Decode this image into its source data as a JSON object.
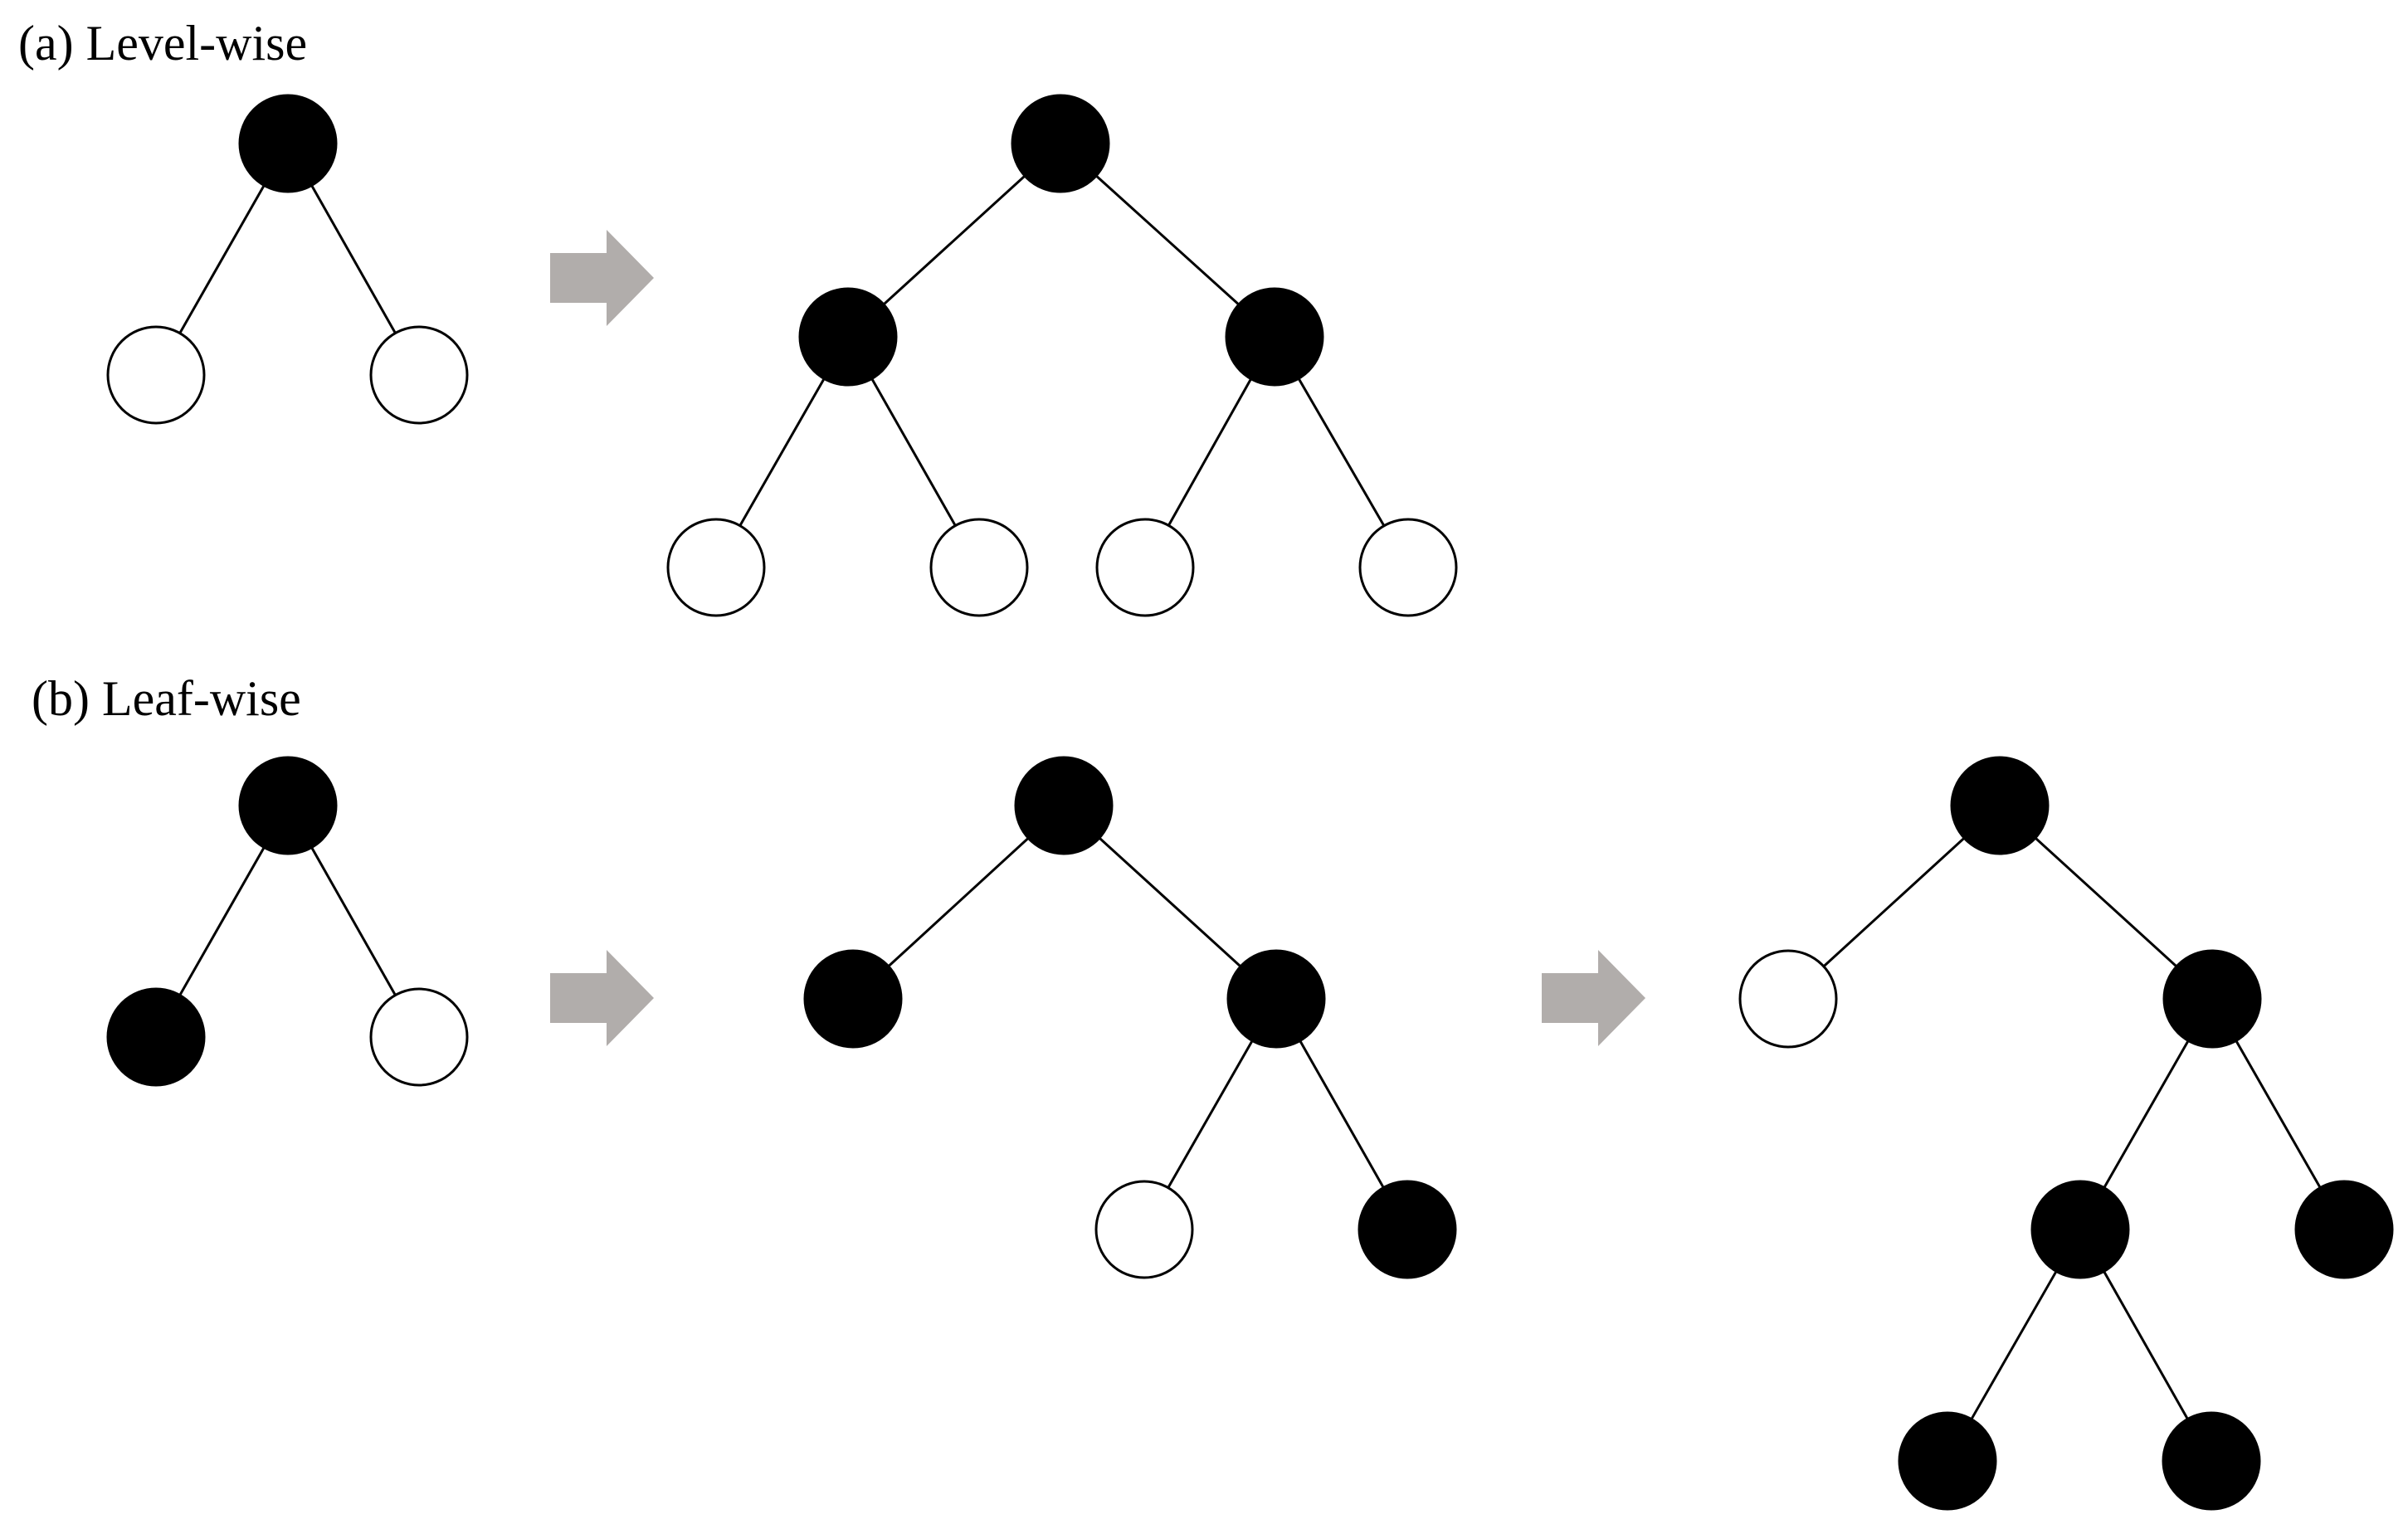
{
  "panels": {
    "a": {
      "label": "(a) Level-wise"
    },
    "b": {
      "label": "(b) Leaf-wise"
    }
  },
  "colors": {
    "expanded_node": "#000000",
    "unexpanded_node": "#ffffff",
    "edge": "#000000",
    "arrow": "#b1adab"
  },
  "trees": [
    {
      "panel": "a",
      "step": 1,
      "nodes": [
        {
          "id": "r",
          "filled": true
        },
        {
          "id": "l",
          "parent": "r",
          "filled": false
        },
        {
          "id": "rr",
          "parent": "r",
          "filled": false
        }
      ]
    },
    {
      "panel": "a",
      "step": 2,
      "nodes": [
        {
          "id": "r",
          "filled": true
        },
        {
          "id": "l",
          "parent": "r",
          "filled": true
        },
        {
          "id": "rr",
          "parent": "r",
          "filled": true
        },
        {
          "id": "ll",
          "parent": "l",
          "filled": false
        },
        {
          "id": "lr",
          "parent": "l",
          "filled": false
        },
        {
          "id": "rl",
          "parent": "rr",
          "filled": false
        },
        {
          "id": "rrr",
          "parent": "rr",
          "filled": false
        }
      ]
    },
    {
      "panel": "b",
      "step": 1,
      "nodes": [
        {
          "id": "r",
          "filled": true
        },
        {
          "id": "l",
          "parent": "r",
          "filled": true
        },
        {
          "id": "rr",
          "parent": "r",
          "filled": false
        }
      ]
    },
    {
      "panel": "b",
      "step": 2,
      "nodes": [
        {
          "id": "r",
          "filled": true
        },
        {
          "id": "l",
          "parent": "r",
          "filled": true
        },
        {
          "id": "rr",
          "parent": "r",
          "filled": true
        },
        {
          "id": "rl",
          "parent": "rr",
          "filled": false
        },
        {
          "id": "rrr",
          "parent": "rr",
          "filled": true
        }
      ]
    },
    {
      "panel": "b",
      "step": 3,
      "nodes": [
        {
          "id": "r",
          "filled": true
        },
        {
          "id": "l",
          "parent": "r",
          "filled": false
        },
        {
          "id": "rr",
          "parent": "r",
          "filled": true
        },
        {
          "id": "rl",
          "parent": "rr",
          "filled": true
        },
        {
          "id": "rrr",
          "parent": "rr",
          "filled": true
        },
        {
          "id": "rll",
          "parent": "rl",
          "filled": true
        },
        {
          "id": "rlr",
          "parent": "rl",
          "filled": true
        }
      ]
    }
  ],
  "arrows": [
    {
      "panel": "a",
      "from_step": 1,
      "to_step": 2
    },
    {
      "panel": "b",
      "from_step": 1,
      "to_step": 2
    },
    {
      "panel": "b",
      "from_step": 2,
      "to_step": 3
    }
  ]
}
